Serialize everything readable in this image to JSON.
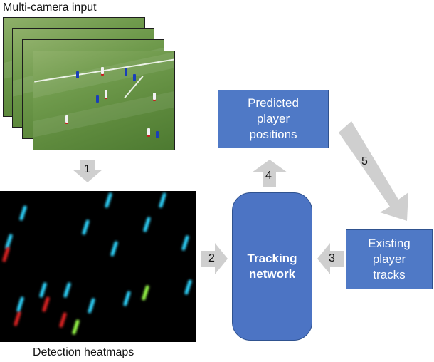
{
  "labels": {
    "multi_camera_input": "Multi-camera input",
    "detection_heatmaps": "Detection heatmaps"
  },
  "boxes": {
    "predicted_line1": "Predicted",
    "predicted_line2": "player",
    "predicted_line3": "positions",
    "tracking_line1": "Tracking",
    "tracking_line2": "network",
    "existing_line1": "Existing",
    "existing_line2": "player",
    "existing_line3": "tracks"
  },
  "steps": [
    "1",
    "2",
    "3",
    "4",
    "5"
  ],
  "colors": {
    "box_fill": "#4f79c6",
    "box_border": "#2f528f",
    "arrow": "#cfcfcf",
    "heatmap_bg": "#000000"
  }
}
